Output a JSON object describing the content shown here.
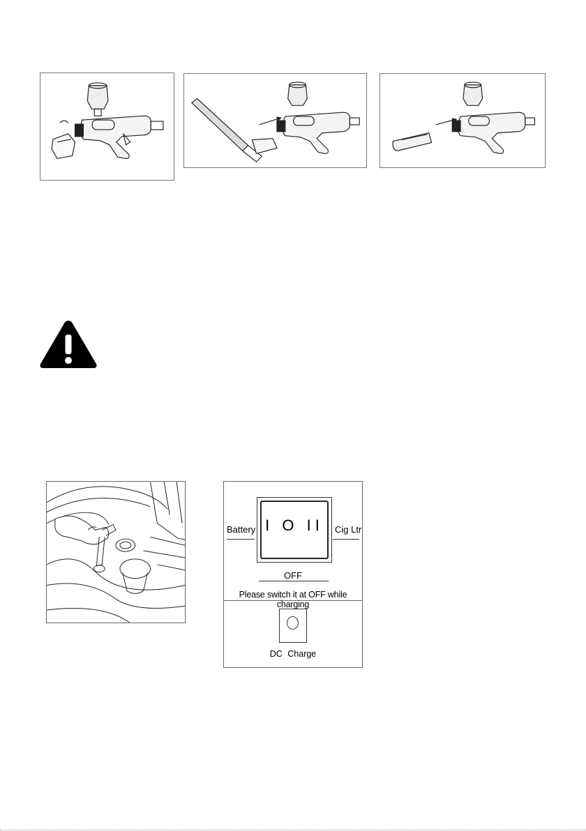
{
  "figures": {
    "switch": {
      "battery_label": "Battery",
      "cig_label": "Cig Ltr",
      "rocker_symbol": "I O II",
      "off_label": "OFF",
      "note": "Please switch it at OFF while charging",
      "dc_label": "DC  Charge"
    }
  },
  "icons": {
    "warning": "warning-triangle-icon"
  },
  "colors": {
    "ink": "#000000",
    "frame": "#777777"
  }
}
